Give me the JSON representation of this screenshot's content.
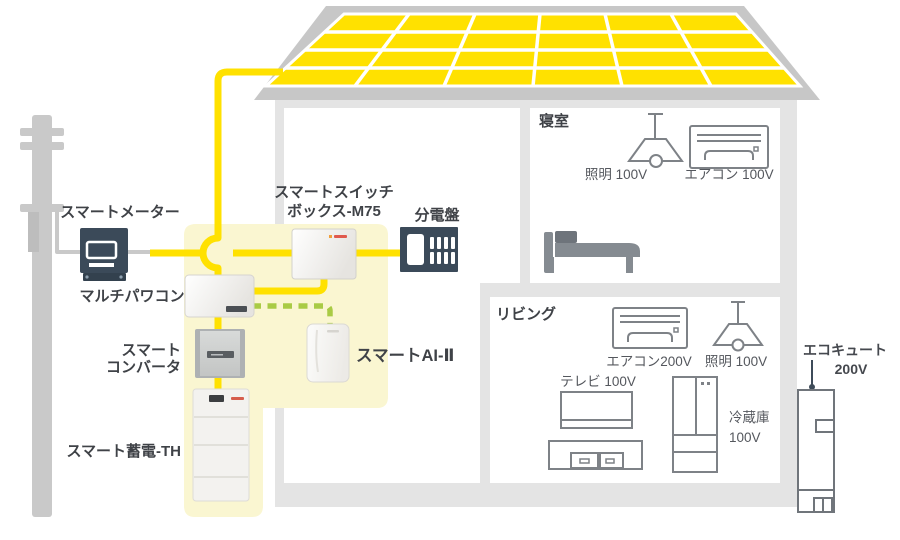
{
  "colors": {
    "wire_yellow": "#ffe100",
    "highlight_yellow": "#faf6d1",
    "signal_green": "#a9cb45",
    "roof_gray": "#c7c7c7",
    "wall_gray": "#e4e4e4",
    "pole_gray": "#c9c9c9",
    "panel_navy": "#3b4a59"
  },
  "devices": {
    "smart_meter": "スマートメーター",
    "multi_power_conditioner": "マルチパワコン",
    "smart_converter_line1": "スマート",
    "smart_converter_line2": "コンバータ",
    "smart_battery": "スマート蓄電-TH",
    "smart_switch_box_line1": "スマートスイッチ",
    "smart_switch_box_line2": "ボックス-M75",
    "distribution_board": "分電盤",
    "smart_ai": "スマートAI-Ⅱ"
  },
  "rooms": {
    "bedroom": {
      "name": "寝室",
      "light": "照明 100V",
      "aircon": "エアコン 100V"
    },
    "living": {
      "name": "リビング",
      "aircon": "エアコン200V",
      "light": "照明 100V",
      "tv": "テレビ 100V",
      "fridge_line1": "冷蔵庫",
      "fridge_line2": "100V"
    }
  },
  "exterior": {
    "ecocute_line1": "エコキュート",
    "ecocute_line2": "200V"
  }
}
